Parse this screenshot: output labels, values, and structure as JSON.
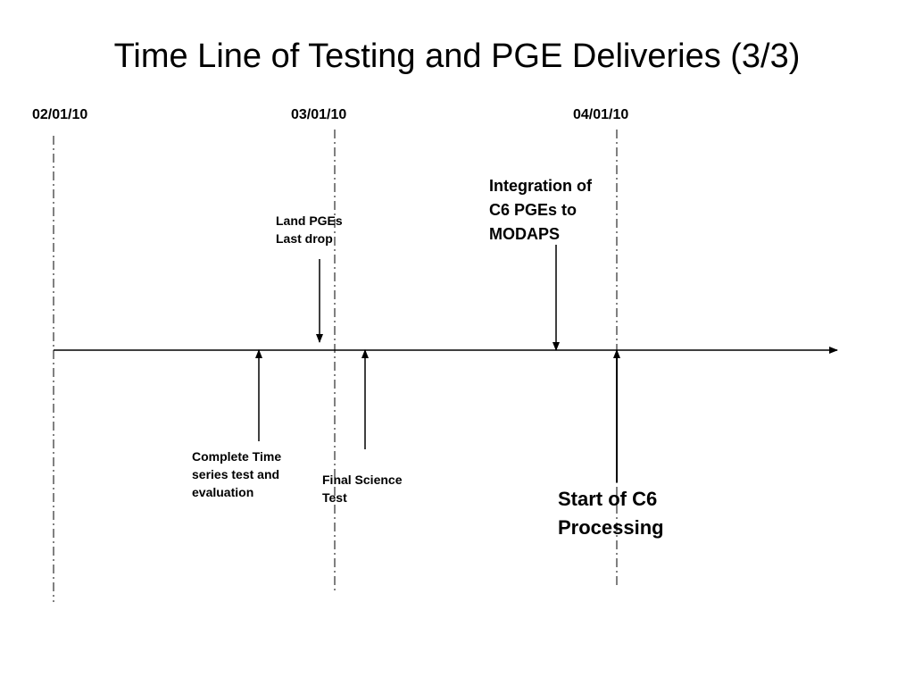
{
  "title": "Time Line of Testing and PGE Deliveries (3/3)",
  "dates": [
    {
      "label": "02/01/10"
    },
    {
      "label": "03/01/10"
    },
    {
      "label": "04/01/10"
    }
  ],
  "events": [
    {
      "label": "Land PGEs\nLast  drop"
    },
    {
      "label": "Integration of\nC6 PGEs to\nMODAPS"
    },
    {
      "label": "Complete Time\nseries test and\nevaluation"
    },
    {
      "label": "Final Science\nTest"
    },
    {
      "label": "Start of C6\nProcessing"
    }
  ],
  "colors": {
    "line": "#000000",
    "background": "#ffffff"
  }
}
